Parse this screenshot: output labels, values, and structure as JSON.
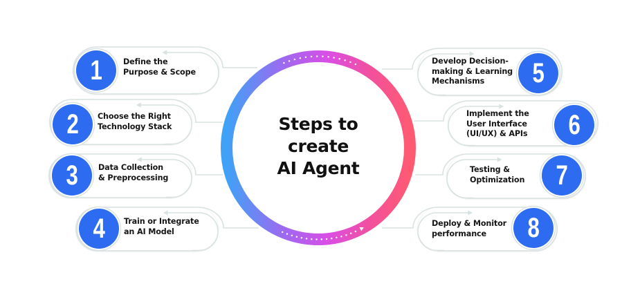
{
  "diagram": {
    "title_lines": [
      "Steps to",
      "create",
      "AI Agent"
    ],
    "colors": {
      "number_badge": "#2d6cf0",
      "ring_gradient": [
        "#3fa2f6",
        "#9b6bf0",
        "#d94ee6",
        "#f2509e",
        "#ff5a72"
      ],
      "outline": "#d9e2e2",
      "text": "#161616"
    },
    "steps": [
      {
        "number": "1",
        "side": "left",
        "lines": [
          "Define the",
          "Purpose & Scope"
        ]
      },
      {
        "number": "2",
        "side": "left",
        "lines": [
          "Choose the Right",
          "Technology Stack"
        ]
      },
      {
        "number": "3",
        "side": "left",
        "lines": [
          "Data Collection",
          "& Preprocessing"
        ]
      },
      {
        "number": "4",
        "side": "left",
        "lines": [
          "Train or Integrate",
          "an AI Model"
        ]
      },
      {
        "number": "5",
        "side": "right",
        "lines": [
          "Develop Decision-",
          "making & Learning",
          "Mechanisms"
        ]
      },
      {
        "number": "6",
        "side": "right",
        "lines": [
          "Implement the",
          "User Interface",
          "(UI/UX) & APIs"
        ]
      },
      {
        "number": "7",
        "side": "right",
        "lines": [
          "Testing &",
          "Optimization"
        ]
      },
      {
        "number": "8",
        "side": "right",
        "lines": [
          "Deploy & Monitor",
          "performance"
        ]
      }
    ]
  }
}
